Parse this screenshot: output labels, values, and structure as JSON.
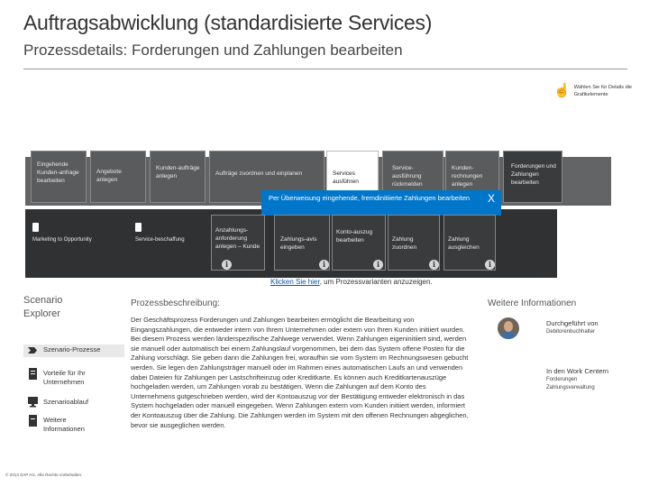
{
  "header": {
    "title": "Auftragsabwicklung (standardisierte Services)",
    "subtitle": "Prozessdetails: Forderungen und Zahlungen bearbeiten"
  },
  "hint": {
    "text": "Wählen Sie für Details die Grafikelemente"
  },
  "process_steps": [
    {
      "label": "Eingehende Kunden-anfrage bearbeiten"
    },
    {
      "label": "Angebote anlegen"
    },
    {
      "label": "Kunden-aufträge anlegen"
    },
    {
      "label": "Aufträge zuordnen und einplanen"
    },
    {
      "label": "Services ausführen"
    },
    {
      "label": "Service-ausführung rückmelden"
    },
    {
      "label": "Kunden-rechnungen anlegen"
    },
    {
      "label": "Forderungen und Zahlungen bearbeiten"
    }
  ],
  "popup": {
    "text": "Per Überweisung eingehende, fremdinitiierte Zahlungen bearbeiten",
    "close": "X"
  },
  "lower_tiles": [
    {
      "label": "Marketing to Opportunity"
    },
    {
      "label": "Service-beschaffung"
    },
    {
      "label": "Anzahlungs-anforderung anlegen – Kunde"
    },
    {
      "label": "Zahlungs-avis eingeben"
    },
    {
      "label": "Konto-auszug bearbeiten"
    },
    {
      "label": "Zahlung zuordnen"
    },
    {
      "label": "Zahlung ausgleichen"
    }
  ],
  "info_icon": "i",
  "variant_link": {
    "link": "Klicken Sie hier",
    "rest": ", um Prozessvarianten anzuzeigen."
  },
  "sidebar": {
    "title": "Scenario Explorer",
    "items": [
      {
        "label": "Szenario-Prozesse",
        "icon": "process-icon"
      },
      {
        "label": "Vorteile für Ihr Unternehmen",
        "icon": "document-icon"
      },
      {
        "label": "Szenarioablauf",
        "icon": "monitor-icon"
      },
      {
        "label": "Weitere Informationen",
        "icon": "info-document-icon"
      }
    ],
    "copyright": "© 2013 SAP AG. Alle Rechte vorbehalten."
  },
  "description": {
    "heading": "Prozessbeschreibung:",
    "body": "Der Geschäftsprozess Forderungen und Zahlungen bearbeiten ermöglicht die Bearbeitung von Eingangszahlungen, die entweder intern von Ihrem Unternehmen oder extern von Ihren Kunden initiiert wurden. Bei diesem Prozess werden länderspezifische Zahlwege verwendet. Wenn Zahlungen eigeninitiiert sind, werden sie manuell oder automatisch bei einem Zahlungslauf vorgenommen, bei dem das System offene Posten für die Zahlung vorschlägt. Sie geben dann die Zahlungen frei, woraufhin sie vom System im Rechnungswesen gebucht werden. Sie legen den Zahlungsträger manuell oder im Rahmen eines automatischen Laufs an und verwenden dabei Dateien für Zahlungen per Lastschrifteinzug oder Kreditkarte. Es können auch Kreditkartenauszüge hochgeladen werden, um Zahlungen vorab zu bestätigen. Wenn die Zahlungen auf dem Konto des Unternehmens gutgeschrieben werden, wird der Kontoauszug vor der Bestätigung entweder elektronisch in das System hochgeladen oder manuell eingegeben. Wenn Zahlungen extern vom Kunden initiiert werden, informiert der Kontoauszug über die Zahlung. Die Zahlungen werden im System mit den offenen Rechnungen abgeglichen, bevor sie ausgeglichen werden."
  },
  "more_info": {
    "heading": "Weitere Informationen",
    "performed_by_label": "Durchgeführt von",
    "performed_by_value": "Debitorenbuchhalter",
    "work_center_label": "In den Work Centern",
    "work_center_value": "Forderungen Zahlungsverwaltung"
  }
}
